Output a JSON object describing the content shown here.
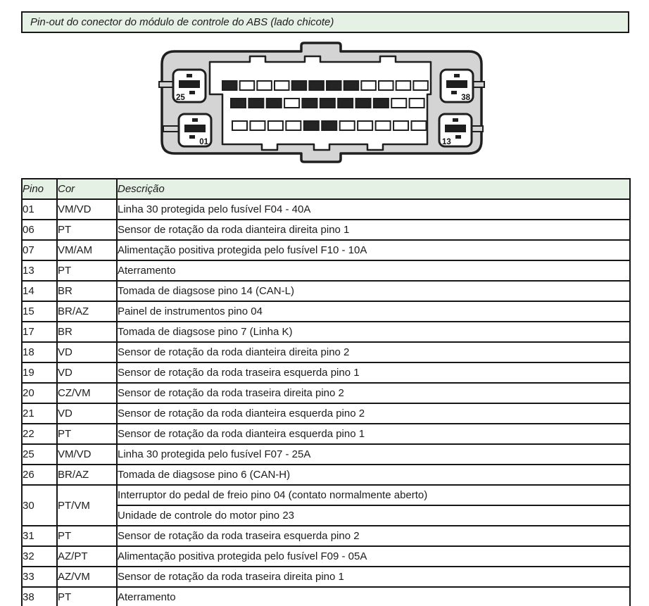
{
  "title": "Pin-out do conector do módulo de controle do ABS (lado chicote)",
  "colors": {
    "green_header_bg": "#e6f1e6",
    "table_border": "#161616",
    "connector_shell_fill": "#d4d4d4",
    "connector_outline": "#1f1f1f",
    "pin_filled": "#242424",
    "pin_empty": "#ffffff"
  },
  "connector": {
    "description": "ABS control module connector, harness side, 38-way",
    "corner_labels": {
      "top_left": "25",
      "top_right": "38",
      "bottom_left": "01",
      "bottom_right": "13"
    },
    "pin_rows": [
      {
        "name": "top",
        "pins": [
          1,
          0,
          0,
          0,
          1,
          1,
          1,
          1,
          0,
          0,
          0,
          0
        ]
      },
      {
        "name": "middle",
        "pins": [
          1,
          1,
          1,
          0,
          1,
          1,
          1,
          1,
          1,
          0,
          0
        ]
      },
      {
        "name": "bottom",
        "pins": [
          0,
          0,
          0,
          0,
          1,
          1,
          0,
          0,
          0,
          0,
          0
        ]
      }
    ]
  },
  "table": {
    "columns": [
      "Pino",
      "Cor",
      "Descrição"
    ],
    "rows": [
      {
        "pino": "01",
        "cor": "VM/VD",
        "desc": [
          "Linha 30 protegida pelo fusível F04 - 40A"
        ]
      },
      {
        "pino": "06",
        "cor": "PT",
        "desc": [
          "Sensor de rotação da roda dianteira direita pino 1"
        ]
      },
      {
        "pino": "07",
        "cor": "VM/AM",
        "desc": [
          "Alimentação positiva protegida pelo fusível F10 - 10A"
        ]
      },
      {
        "pino": "13",
        "cor": "PT",
        "desc": [
          "Aterramento"
        ]
      },
      {
        "pino": "14",
        "cor": "BR",
        "desc": [
          "Tomada de diagsose pino 14 (CAN-L)"
        ]
      },
      {
        "pino": "15",
        "cor": "BR/AZ",
        "desc": [
          "Painel de instrumentos pino 04"
        ]
      },
      {
        "pino": "17",
        "cor": "BR",
        "desc": [
          "Tomada de diagsose pino 7 (Linha K)"
        ]
      },
      {
        "pino": "18",
        "cor": "VD",
        "desc": [
          "Sensor de rotação da roda dianteira direita pino 2"
        ]
      },
      {
        "pino": "19",
        "cor": "VD",
        "desc": [
          "Sensor de rotação da roda traseira esquerda pino 1"
        ]
      },
      {
        "pino": "20",
        "cor": "CZ/VM",
        "desc": [
          "Sensor de rotação da roda traseira direita pino 2"
        ]
      },
      {
        "pino": "21",
        "cor": "VD",
        "desc": [
          "Sensor de rotação da roda dianteira esquerda pino 2"
        ]
      },
      {
        "pino": "22",
        "cor": "PT",
        "desc": [
          "Sensor de rotação da roda dianteira esquerda pino 1"
        ]
      },
      {
        "pino": "25",
        "cor": "VM/VD",
        "desc": [
          "Linha 30 protegida pelo fusível F07 - 25A"
        ]
      },
      {
        "pino": "26",
        "cor": "BR/AZ",
        "desc": [
          "Tomada de diagsose pino 6 (CAN-H)"
        ]
      },
      {
        "pino": "30",
        "cor": "PT/VM",
        "desc": [
          "Interruptor do pedal de freio pino 04 (contato normalmente aberto)",
          "Unidade de controle do motor pino 23"
        ]
      },
      {
        "pino": "31",
        "cor": "PT",
        "desc": [
          "Sensor de rotação da roda traseira esquerda pino 2"
        ]
      },
      {
        "pino": "32",
        "cor": "AZ/PT",
        "desc": [
          "Alimentação positiva protegida pelo fusível F09 - 05A"
        ]
      },
      {
        "pino": "33",
        "cor": "AZ/VM",
        "desc": [
          "Sensor de rotação da roda traseira direita pino 1"
        ]
      },
      {
        "pino": "38",
        "cor": "PT",
        "desc": [
          "Aterramento"
        ]
      }
    ]
  }
}
